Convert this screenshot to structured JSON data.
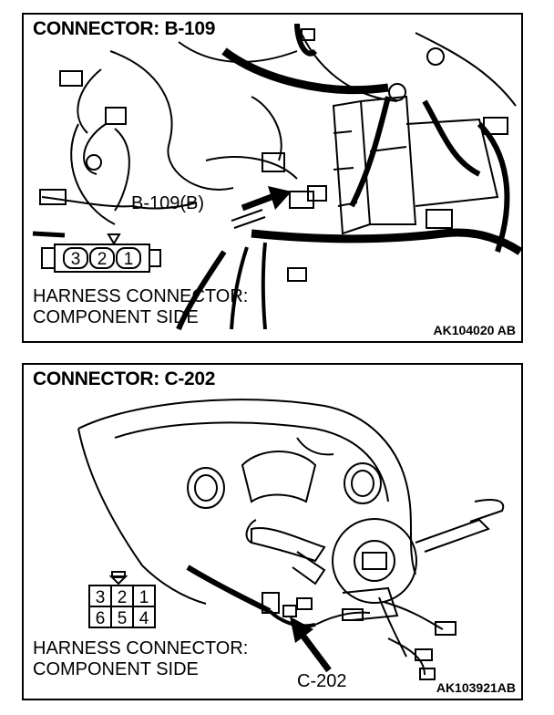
{
  "top_panel": {
    "title": "CONNECTOR: B-109",
    "callout": "B-109(B)",
    "pins": [
      "3",
      "2",
      "1"
    ],
    "caption_line1": "HARNESS CONNECTOR:",
    "caption_line2": "COMPONENT SIDE",
    "figure_code": "AK104020 AB"
  },
  "bottom_panel": {
    "title": "CONNECTOR: C-202",
    "callout": "C-202",
    "pins_row1": [
      "3",
      "2",
      "1"
    ],
    "pins_row2": [
      "6",
      "5",
      "4"
    ],
    "caption_line1": "HARNESS CONNECTOR:",
    "caption_line2": "COMPONENT SIDE",
    "figure_code": "AK103921AB"
  }
}
